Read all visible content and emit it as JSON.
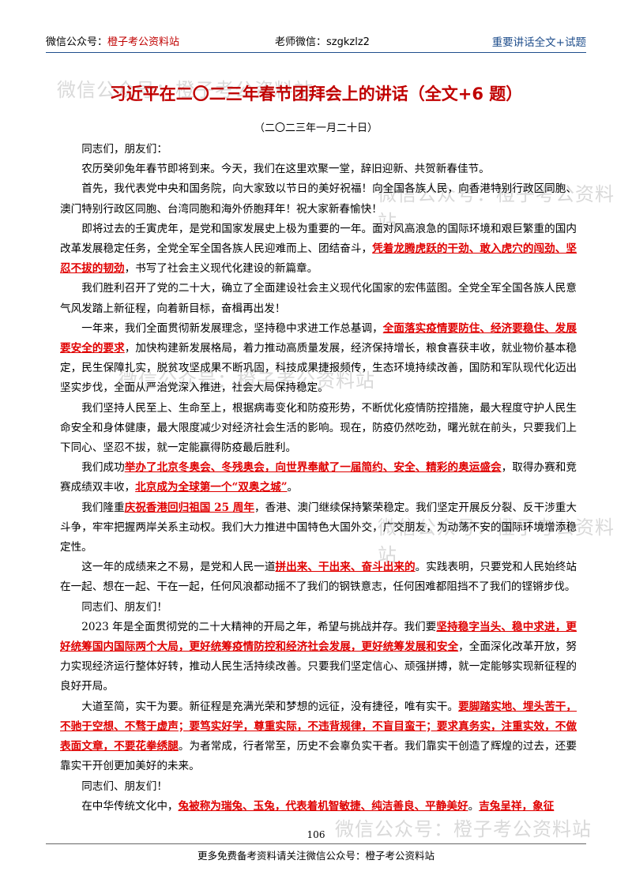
{
  "header": {
    "left_label": "微信公众号：",
    "left_name": "橙子考公资料站",
    "center": "老师微信：szgkzlz2",
    "right": "重要讲话全文+试题"
  },
  "watermarks": [
    "微信公众号：橙子考公资料站",
    "微信公众号：橙子考公资料站",
    "微信公众号：橙子考公资料站",
    "微信公众号：橙子考公资料站",
    "微信公众号：橙子考公资料站"
  ],
  "doc": {
    "title": "习近平在二〇二三年春节团拜会上的讲话（全文+6 题）",
    "date": "（二〇二三年一月二十日）",
    "paragraphs": [
      [
        {
          "t": "同志们，朋友们："
        }
      ],
      [
        {
          "t": "农历癸卯兔年春节即将到来。今天，我们在这里欢聚一堂，辞旧迎新、共贺新春佳节。"
        }
      ],
      [
        {
          "t": "首先，我代表党中央和国务院，向大家致以节日的美好祝福！向全国各族人民，向香港特别行政区同胞、澳门特别行政区同胞、台湾同胞和海外侨胞拜年！祝大家新春愉快！"
        }
      ],
      [
        {
          "t": "即将过去的壬寅虎年，是党和国家发展史上极为重要的一年。面对风高浪急的国际环境和艰巨繁重的国内改革发展稳定任务，全党全军全国各族人民迎难而上、团结奋斗，"
        },
        {
          "t": "凭着龙腾虎跃的干劲、敢入虎穴的闯劲、坚忍不拔的韧劲",
          "h": true
        },
        {
          "t": "，书写了社会主义现代化建设的新篇章。"
        }
      ],
      [
        {
          "t": "我们胜利召开了党的二十大，确立了全面建设社会主义现代化国家的宏伟蓝图。全党全军全国各族人民意气风发踏上新征程，向着新目标，奋楫再出发！"
        }
      ],
      [
        {
          "t": "一年来，我们全面贯彻新发展理念，坚持稳中求进工作总基调，"
        },
        {
          "t": "全面落实疫情要防住、经济要稳住、发展要安全的要求",
          "h": true
        },
        {
          "t": "，加快构建新发展格局，着力推动高质量发展，经济保持增长，粮食喜获丰收，就业物价基本稳定，民生保障扎实，脱贫攻坚成果不断巩固，科技成果捷报频传，生态环境持续改善，国防和军队现代化迈出坚实步伐，全面从严治党深入推进，社会大局保持稳定。"
        }
      ],
      [
        {
          "t": "我们坚持人民至上、生命至上，根据病毒变化和防疫形势，不断优化疫情防控措施，最大程度守护人民生命安全和身体健康，最大限度减少对经济社会生活的影响。现在，防疫仍然吃劲，曙光就在前头，只要我们上下同心、坚忍不拔，就一定能赢得防疫最后胜利。"
        }
      ],
      [
        {
          "t": "我们成功"
        },
        {
          "t": "举办了北京冬奥会、冬残奥会，向世界奉献了一届简约、安全、精彩的奥运盛会",
          "h": true
        },
        {
          "t": "，取得办赛和竞赛成绩双丰收，"
        },
        {
          "t": "北京成为全球第一个“双奥之城”",
          "h": true
        },
        {
          "t": "。"
        }
      ],
      [
        {
          "t": "我们隆重"
        },
        {
          "t": "庆祝香港回归祖国 25 周年",
          "h": true
        },
        {
          "t": "，香港、澳门继续保持繁荣稳定。我们坚定开展反分裂、反干涉重大斗争，牢牢把握两岸关系主动权。我们大力推进中国特色大国外交，广交朋友，为动荡不安的国际环境增添稳定性。"
        }
      ],
      [
        {
          "t": "这一年的成绩来之不易，是党和人民一道"
        },
        {
          "t": "拼出来、干出来、奋斗出来的",
          "h": true
        },
        {
          "t": "。实践表明，只要党和人民始终站在一起、想在一起、干在一起，任何风浪都动摇不了我们的钢铁意志，任何困难都阻挡不了我们的铿锵步伐。"
        }
      ],
      [
        {
          "t": "同志们、朋友们！"
        }
      ],
      [
        {
          "t": "2023 年是全面贯彻党的二十大精神的开局之年，希望与挑战并存。我们要"
        },
        {
          "t": "坚持稳字当头、稳中求进，更好统筹国内国际两个大局，更好统筹疫情防控和经济社会发展，更好统筹发展和安全",
          "h": true
        },
        {
          "t": "，全面深化改革开放，努力实现经济运行整体好转，推动人民生活持续改善。只要我们坚定信心、顽强拼搏，就一定能够实现新征程的良好开局。"
        }
      ],
      [
        {
          "t": "大道至简，实干为要。新征程是充满光荣和梦想的远征，没有捷径，唯有实干。"
        },
        {
          "t": "要脚踏实地、埋头苦干，不驰于空想、不骛于虚声；要笃实好学，尊重实际，不违背规律，不盲目蛮干；要求真务实，注重实效，不做表面文章，不要花拳绣腿",
          "h": true
        },
        {
          "t": "。为者常成，行者常至，历史不会辜负实干者。我们靠实干创造了辉煌的过去，还要靠实干开创更加美好的未来。"
        }
      ],
      [
        {
          "t": "同志们、朋友们！"
        }
      ],
      [
        {
          "t": "在中华传统文化中，"
        },
        {
          "t": "兔被称为瑞兔、玉兔，代表着机智敏捷、纯洁善良、平静美好",
          "h": true
        },
        {
          "t": "。"
        },
        {
          "t": "吉兔呈祥，象征",
          "h": true
        }
      ]
    ]
  },
  "page_number": "106",
  "footer": "更多免费备考资料请关注微信公众号：橙子考公资料站"
}
